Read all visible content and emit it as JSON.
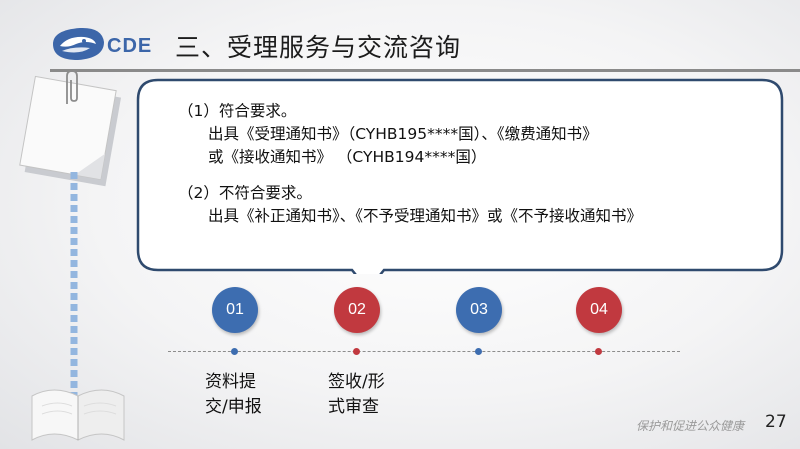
{
  "header": {
    "logo_text": "CDE",
    "title": "三、受理服务与交流咨询"
  },
  "callout": {
    "line1": "（1）符合要求。",
    "line2": "出具《受理通知书》（CYHB195****国）、《缴费通知书》",
    "line3": "或《接收通知书》 （CYHB194****国）",
    "line4": "（2）不符合要求。",
    "line5": "出具《补正通知书》、《不予受理通知书》或《不予接收通知书》"
  },
  "timeline": {
    "steps": [
      {
        "number": "01",
        "color": "#3d6db0",
        "label_line1": "资料提",
        "label_line2": "交/申报"
      },
      {
        "number": "02",
        "color": "#c1393f",
        "label_line1": "签收/形",
        "label_line2": "式审查"
      },
      {
        "number": "03",
        "color": "#3d6db0"
      },
      {
        "number": "04",
        "color": "#c1393f"
      }
    ]
  },
  "footer": {
    "slogan": "保护和促进公众健康",
    "page_number": "27"
  },
  "colors": {
    "brand_blue": "#3c66a9",
    "step_blue": "#3d6db0",
    "step_red": "#c1393f",
    "callout_border": "#2f4a6e"
  }
}
